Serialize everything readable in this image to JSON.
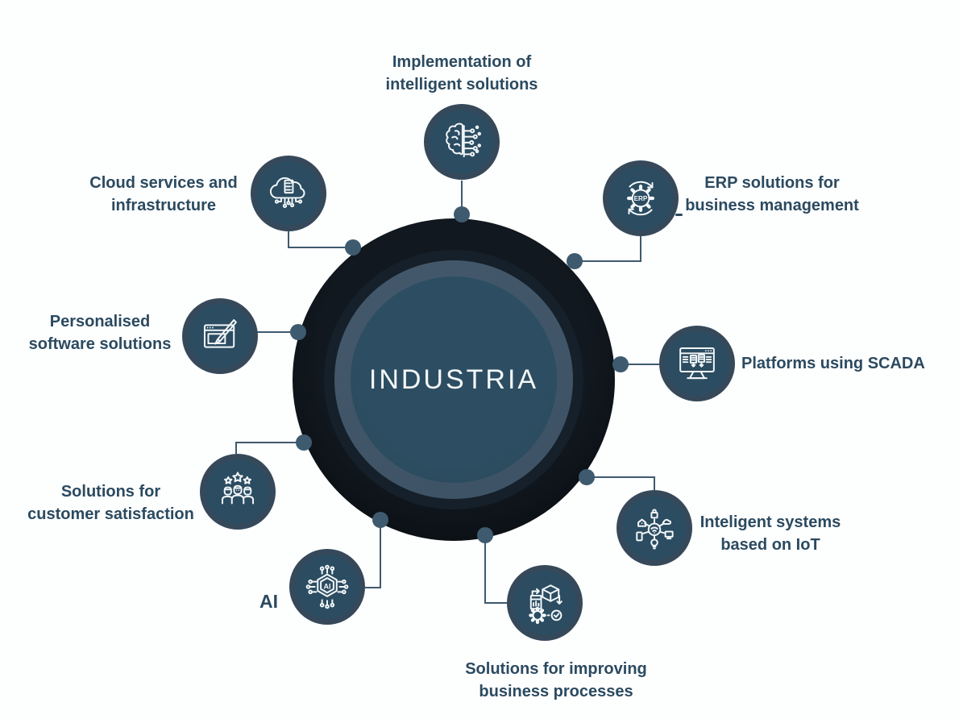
{
  "center": {
    "label": "INDUSTRIA"
  },
  "nodes": [
    {
      "id": "implementation-intelligent-solutions",
      "icon": "brain-circuit-icon",
      "lines": [
        "Implementation of",
        "intelligent solutions"
      ]
    },
    {
      "id": "erp-solutions",
      "icon": "erp-gear-icon",
      "lines": [
        "ERP solutions for",
        "business management"
      ]
    },
    {
      "id": "scada-platforms",
      "icon": "scada-monitor-icon",
      "lines": [
        "Platforms using SCADA"
      ]
    },
    {
      "id": "iot-systems",
      "icon": "iot-network-icon",
      "lines": [
        "Inteligent systems",
        "based on IoT"
      ]
    },
    {
      "id": "business-process-solutions",
      "icon": "process-optimization-icon",
      "lines": [
        "Solutions for improving",
        "business processes"
      ]
    },
    {
      "id": "ai",
      "icon": "ai-chip-icon",
      "lines": [
        "AI"
      ]
    },
    {
      "id": "customer-satisfaction",
      "icon": "customer-satisfaction-icon",
      "lines": [
        "Solutions for",
        "customer satisfaction"
      ]
    },
    {
      "id": "personalised-software",
      "icon": "software-design-icon",
      "lines": [
        "Personalised",
        "software solutions"
      ]
    },
    {
      "id": "cloud-services",
      "icon": "cloud-infrastructure-icon",
      "lines": [
        "Cloud services and",
        "infrastructure"
      ]
    }
  ],
  "colors": {
    "background": "#fdfefe",
    "center_outer": "#05080b",
    "center_ring_dark": "#15202a",
    "center_ring_light": "#3d5365",
    "center_inner": "#2d4e62",
    "center_text": "#f4f7f8",
    "node_ring": "#36495a",
    "node_fill": "#2b4c61",
    "connector": "#3e5a6e",
    "label_text": "#2b4a60"
  }
}
